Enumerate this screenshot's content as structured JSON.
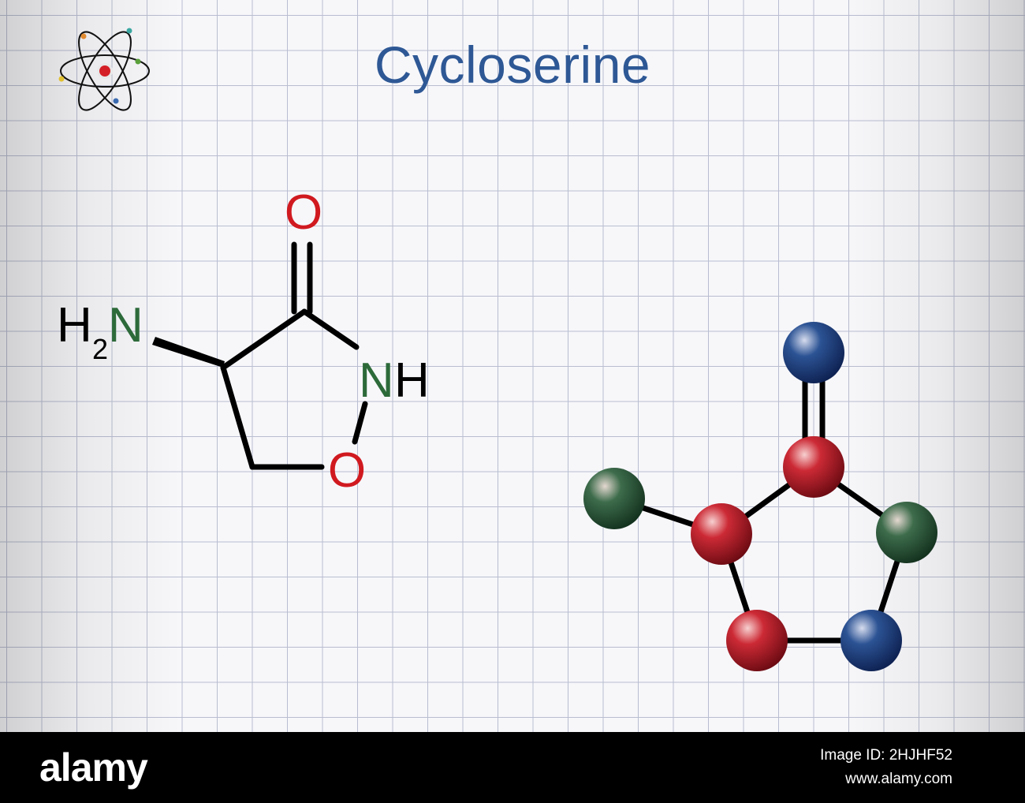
{
  "title": "Cycloserine",
  "structure": {
    "amine_label": "H",
    "amine_subscript": "2",
    "amine_n": "N",
    "carbonyl_o": "O",
    "ring_nh_n": "N",
    "ring_nh_h": "H",
    "ring_o": "O"
  },
  "colors": {
    "title": "#2e5895",
    "oxygen": "#d01a20",
    "nitrogen": "#2d6a3a",
    "bond": "#000000",
    "ball_red": "#c0202c",
    "ball_green": "#3b6a4a",
    "ball_blue": "#2a4f8f"
  },
  "icons": [
    "atom-icon"
  ],
  "footer": {
    "logo": "alamy",
    "image_id": "Image ID: 2HJHF52",
    "site": "www.alamy.com"
  }
}
